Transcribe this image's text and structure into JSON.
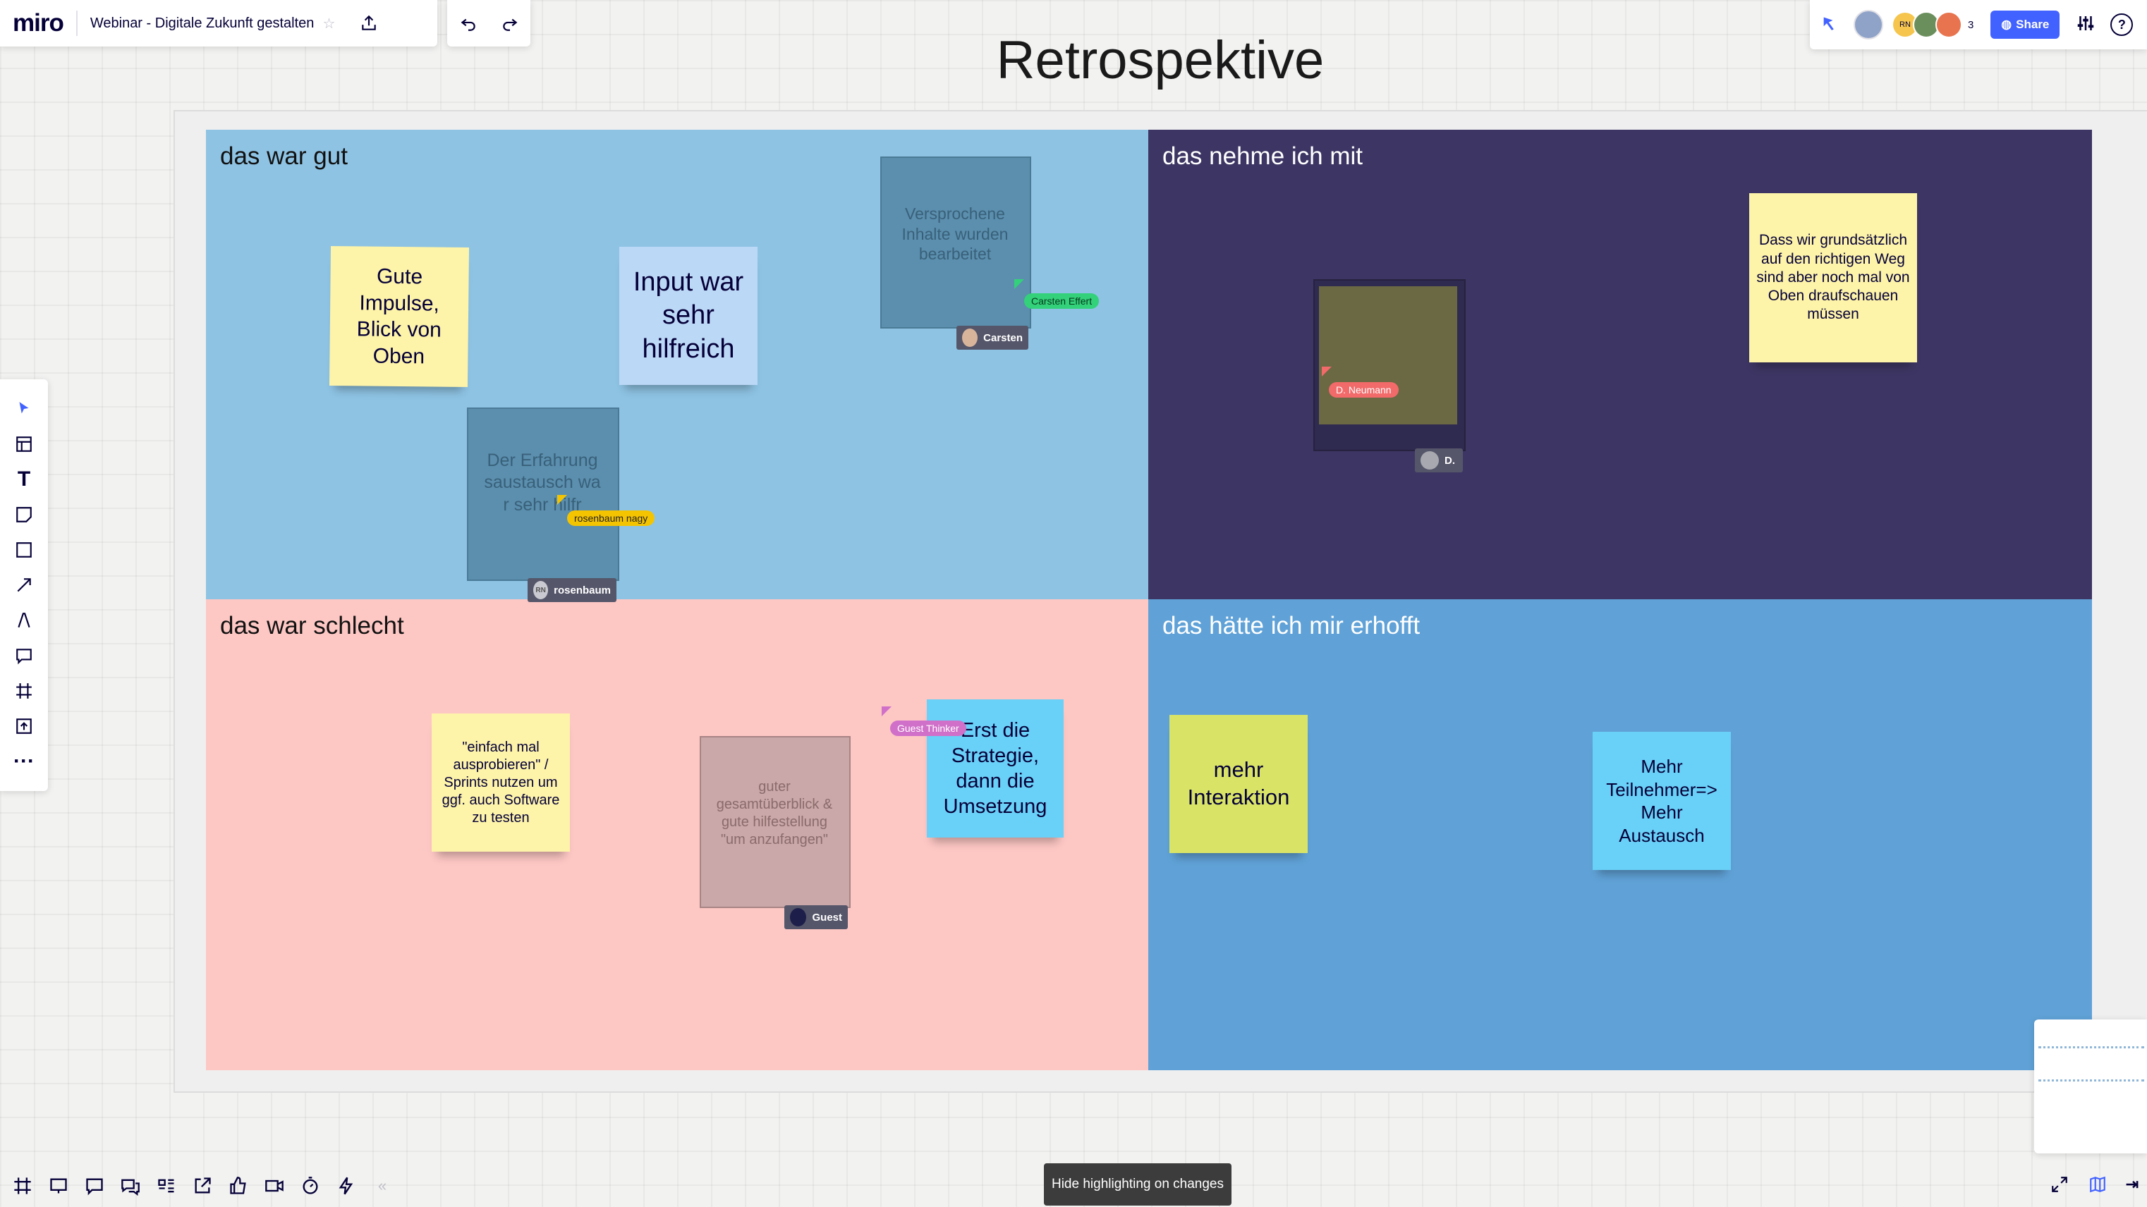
{
  "header": {
    "logo": "miro",
    "board_name": "Webinar - Digitale Zukunft gestalten",
    "share_label": "Share",
    "collaborator_count": "3",
    "avatar_initials_1": "RN"
  },
  "board": {
    "title": "Retrospektive",
    "quadrants": [
      {
        "title": "das war gut",
        "color": "#8ec3e3"
      },
      {
        "title": "das nehme ich mit",
        "color": "#3d3664"
      },
      {
        "title": "das war schlecht",
        "color": "#fdc7c4"
      },
      {
        "title": "das hätte ich mir erhofft",
        "color": "#60a2d7"
      }
    ],
    "stickies": {
      "gute_impulse": "Gute Impulse, Blick von Oben",
      "input_hilfreich": "Input war sehr hilfreich",
      "versprochene": "Versprochene Inhalte wurden bearbeitet",
      "erfahrungsaustausch": "Der Erfahrungsaustausch war sehr hilfr",
      "dass_wir": "Dass wir grundsätzlich auf den richtigen Weg sind aber noch mal von Oben draufschauen müssen",
      "einfach_mal": "\"einfach mal ausprobieren\" / Sprints nutzen um ggf. auch Software zu testen",
      "guter_gesamt": "guter gesamtüberblick & gute hilfestellung \"um anzufangen\"",
      "erst_die": "Erst die Strategie, dann die Umsetzung",
      "mehr_interaktion": "mehr Interaktion",
      "mehr_teilnehmer": "Mehr Teilnehmer=> Mehr Austausch"
    },
    "editor_tags": {
      "carsten": "Carsten",
      "rosenbaum": "rosenbaum",
      "rosenbaum_initials": "RN",
      "d": "D.",
      "guest": "Guest"
    },
    "cursor_labels": {
      "carsten": "Carsten Effert",
      "rosenbaum": "rosenbaum nagy",
      "neumann": "D. Neumann",
      "guest_thinker": "Guest Thinker"
    }
  },
  "footer": {
    "hide_highlighting": "Hide highlighting on changes"
  },
  "colors": {
    "sticky_yellow": "#fdf3a9",
    "sticky_light_blue": "#bcd8f7",
    "sticky_cyan": "#69d0f7",
    "sticky_lime": "#d9e467",
    "share_blue": "#4262ff"
  }
}
